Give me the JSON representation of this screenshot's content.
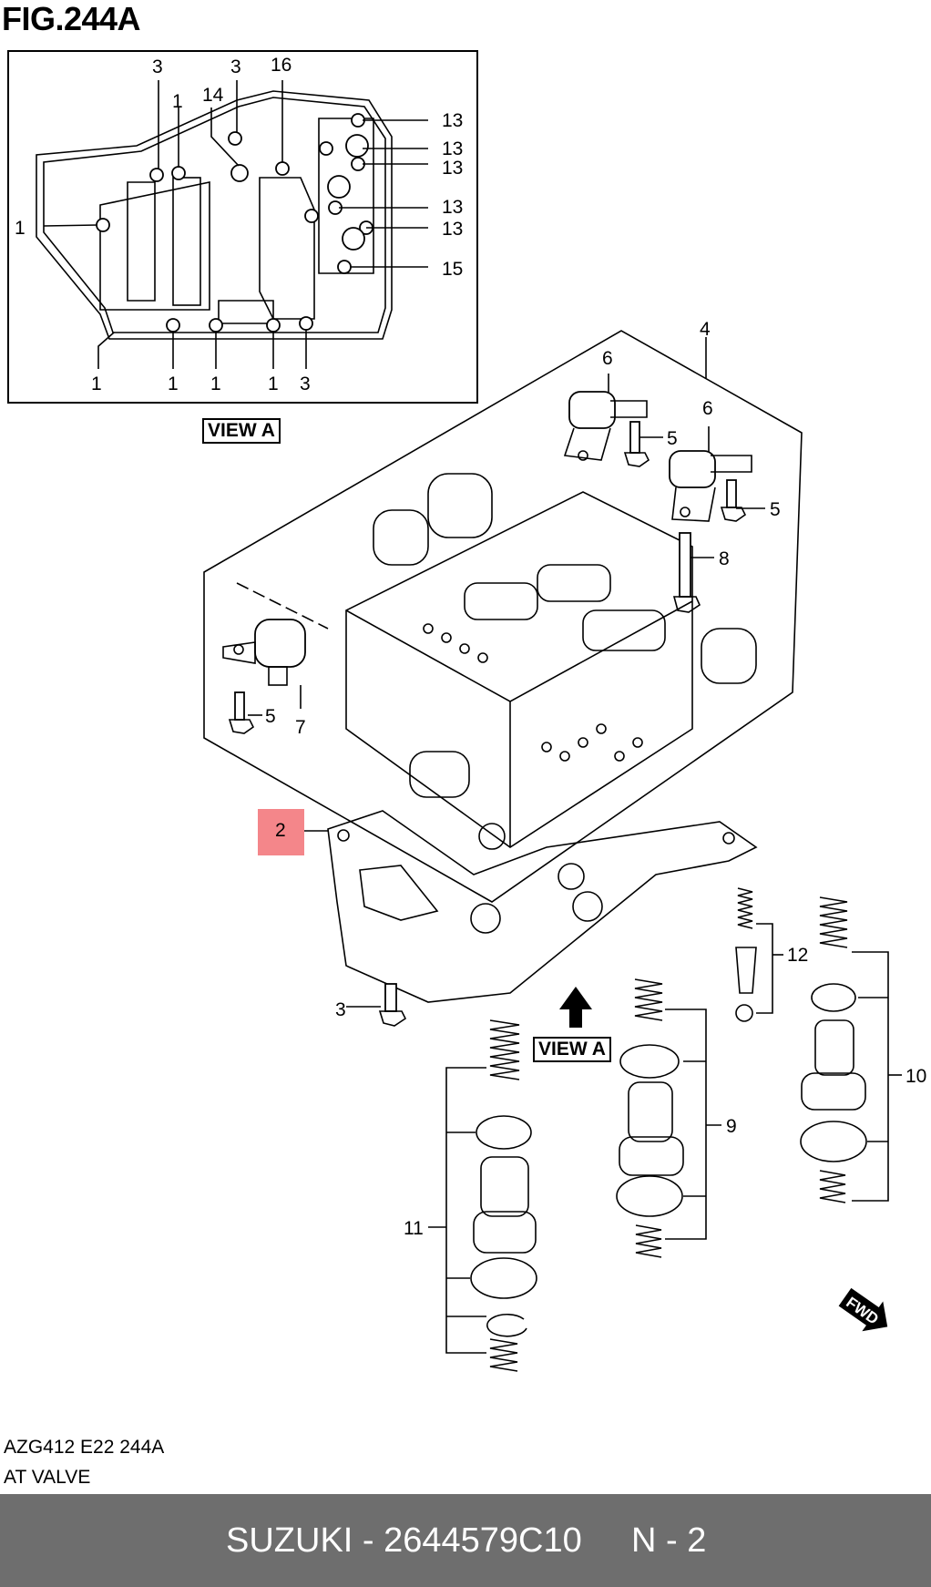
{
  "figure": {
    "title": "FIG.244A"
  },
  "inset": {
    "view_label": "VIEW A",
    "callouts": [
      "3",
      "3",
      "16",
      "1",
      "14",
      "13",
      "13",
      "13",
      "13",
      "13",
      "1",
      "15",
      "1",
      "1",
      "1",
      "1",
      "3"
    ]
  },
  "main": {
    "view_label": "VIEW A",
    "highlighted_part": "2",
    "callouts": [
      "4",
      "6",
      "6",
      "5",
      "5",
      "8",
      "5",
      "7",
      "2",
      "12",
      "3",
      "9",
      "10",
      "11"
    ]
  },
  "fwd_label": "FWD",
  "diagram_code": "AZG412 E22 244A",
  "diagram_name": "AT VALVE",
  "footer": {
    "brand_part": "SUZUKI - 2644579C10",
    "position": "N - 2"
  },
  "colors": {
    "footer_bg": "#6e6e6e",
    "highlight": "#f4868a"
  }
}
